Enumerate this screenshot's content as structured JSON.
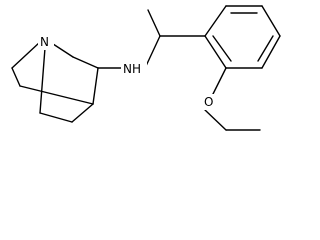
{
  "molecule": {
    "atoms": {
      "nitrogen_bridgehead": "N",
      "amine": "NH",
      "ether_oxygen": "O"
    },
    "colors": {
      "bond": "#000000",
      "label": "#000000",
      "background": "#ffffff"
    }
  }
}
